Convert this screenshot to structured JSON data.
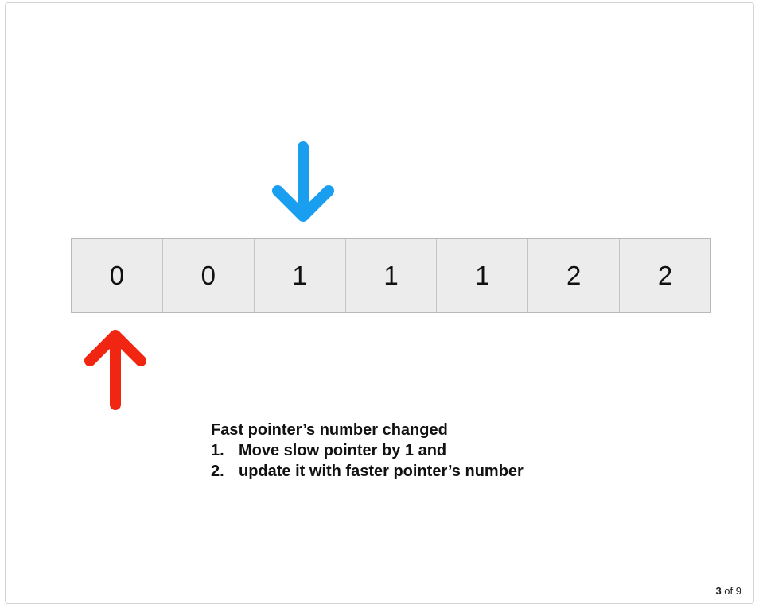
{
  "array": {
    "cells": [
      "0",
      "0",
      "1",
      "1",
      "1",
      "2",
      "2"
    ]
  },
  "pointers": {
    "fast": {
      "index": 2,
      "direction": "down",
      "color": "#1a9ff0"
    },
    "slow": {
      "index": 0,
      "direction": "up",
      "color": "#f02613"
    }
  },
  "instructions": {
    "heading": "Fast pointer’s number changed",
    "steps": [
      {
        "num": "1.",
        "text": "Move slow pointer by 1 and"
      },
      {
        "num": "2.",
        "text": "update it with faster pointer’s number"
      }
    ]
  },
  "counter": {
    "current": "3",
    "separator": "of",
    "total": "9"
  }
}
